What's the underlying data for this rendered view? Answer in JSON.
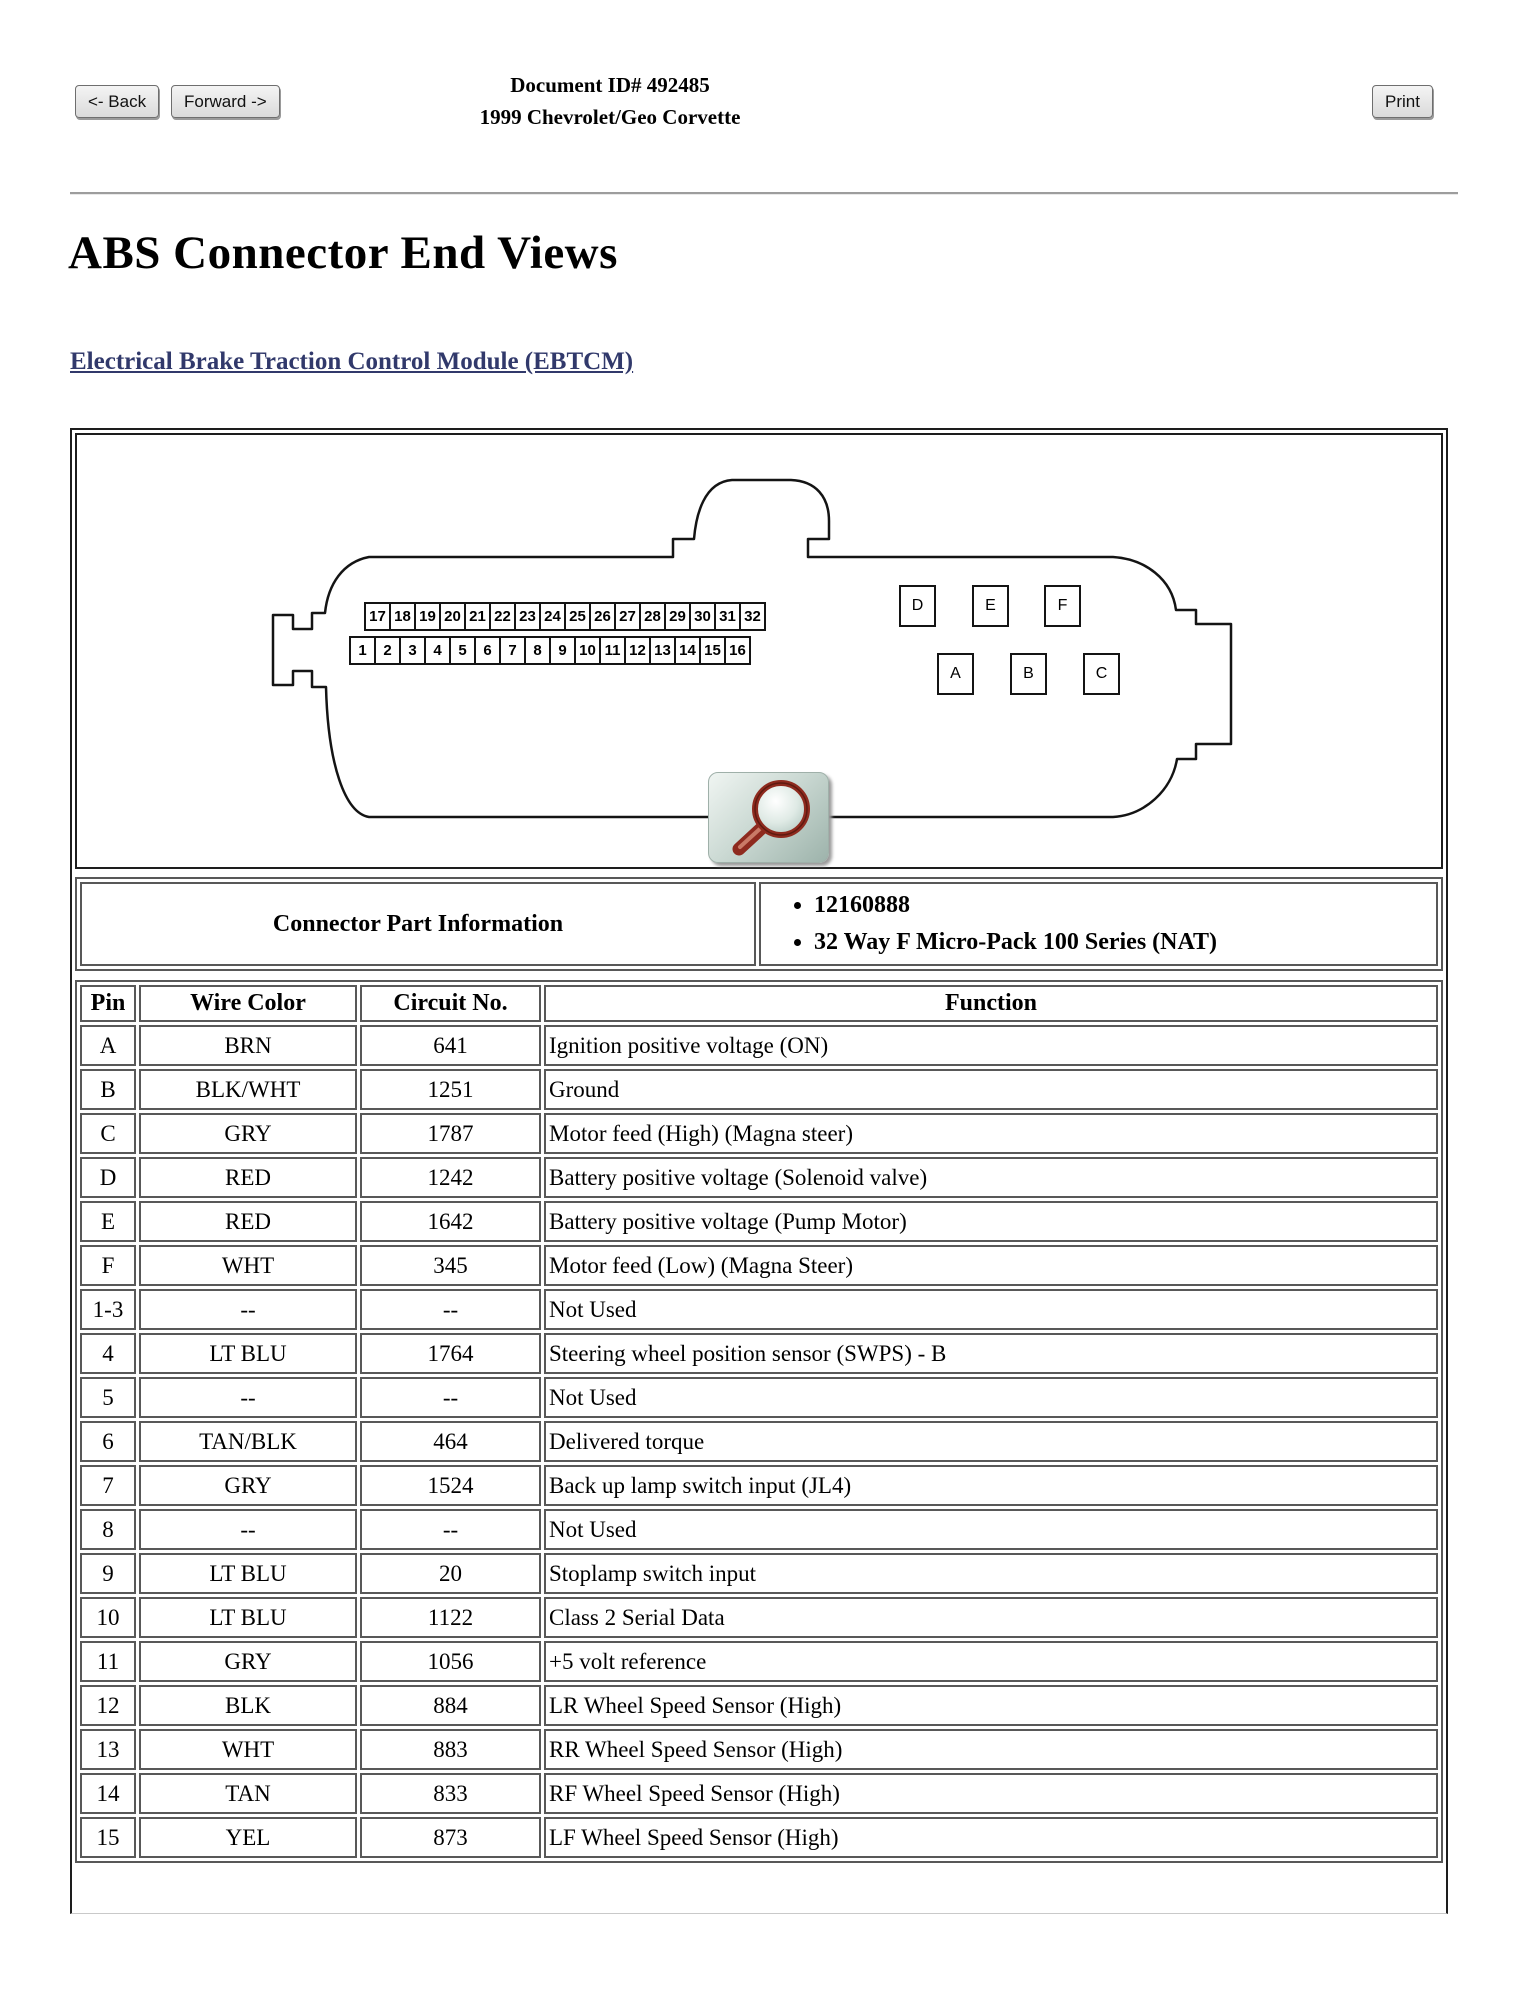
{
  "chrome": {
    "back_label": "<- Back",
    "forward_label": "Forward ->",
    "print_label": "Print",
    "doc_id_line": "Document ID# 492485",
    "vehicle_line": "1999 Chevrolet/Geo Corvette"
  },
  "page_title": "ABS Connector End Views",
  "section_link": "Electrical Brake Traction Control Module (EBTCM)",
  "connector": {
    "top_row_pins": [
      "17",
      "18",
      "19",
      "20",
      "21",
      "22",
      "23",
      "24",
      "25",
      "26",
      "27",
      "28",
      "29",
      "30",
      "31",
      "32"
    ],
    "bottom_row_pins": [
      "1",
      "2",
      "3",
      "4",
      "5",
      "6",
      "7",
      "8",
      "9",
      "10",
      "11",
      "12",
      "13",
      "14",
      "15",
      "16"
    ],
    "letter_pins_top": [
      "D",
      "E",
      "F"
    ],
    "letter_pins_bottom": [
      "A",
      "B",
      "C"
    ],
    "zoom_icon": "magnifier-icon"
  },
  "part_info": {
    "label": "Connector Part Information",
    "bullets": [
      "12160888",
      "32 Way F Micro-Pack 100 Series (NAT)"
    ]
  },
  "pin_table": {
    "headers": [
      "Pin",
      "Wire Color",
      "Circuit No.",
      "Function"
    ],
    "rows": [
      {
        "pin": "A",
        "wire": "BRN",
        "circuit": "641",
        "function": "Ignition positive voltage (ON)"
      },
      {
        "pin": "B",
        "wire": "BLK/WHT",
        "circuit": "1251",
        "function": "Ground"
      },
      {
        "pin": "C",
        "wire": "GRY",
        "circuit": "1787",
        "function": "Motor feed (High) (Magna steer)"
      },
      {
        "pin": "D",
        "wire": "RED",
        "circuit": "1242",
        "function": "Battery positive voltage (Solenoid valve)"
      },
      {
        "pin": "E",
        "wire": "RED",
        "circuit": "1642",
        "function": "Battery positive voltage (Pump Motor)"
      },
      {
        "pin": "F",
        "wire": "WHT",
        "circuit": "345",
        "function": "Motor feed (Low) (Magna Steer)"
      },
      {
        "pin": "1-3",
        "wire": "--",
        "circuit": "--",
        "function": "Not Used"
      },
      {
        "pin": "4",
        "wire": "LT BLU",
        "circuit": "1764",
        "function": "Steering wheel position sensor (SWPS) - B"
      },
      {
        "pin": "5",
        "wire": "--",
        "circuit": "--",
        "function": "Not Used"
      },
      {
        "pin": "6",
        "wire": "TAN/BLK",
        "circuit": "464",
        "function": "Delivered torque"
      },
      {
        "pin": "7",
        "wire": "GRY",
        "circuit": "1524",
        "function": "Back up lamp switch input (JL4)"
      },
      {
        "pin": "8",
        "wire": "--",
        "circuit": "--",
        "function": "Not Used"
      },
      {
        "pin": "9",
        "wire": "LT BLU",
        "circuit": "20",
        "function": "Stoplamp switch input"
      },
      {
        "pin": "10",
        "wire": "LT BLU",
        "circuit": "1122",
        "function": "Class 2 Serial Data"
      },
      {
        "pin": "11",
        "wire": "GRY",
        "circuit": "1056",
        "function": "+5 volt reference"
      },
      {
        "pin": "12",
        "wire": "BLK",
        "circuit": "884",
        "function": "LR Wheel Speed Sensor (High)"
      },
      {
        "pin": "13",
        "wire": "WHT",
        "circuit": "883",
        "function": "RR Wheel Speed Sensor (High)"
      },
      {
        "pin": "14",
        "wire": "TAN",
        "circuit": "833",
        "function": "RF Wheel Speed Sensor (High)"
      },
      {
        "pin": "15",
        "wire": "YEL",
        "circuit": "873",
        "function": "LF Wheel Speed Sensor (High)"
      }
    ]
  }
}
